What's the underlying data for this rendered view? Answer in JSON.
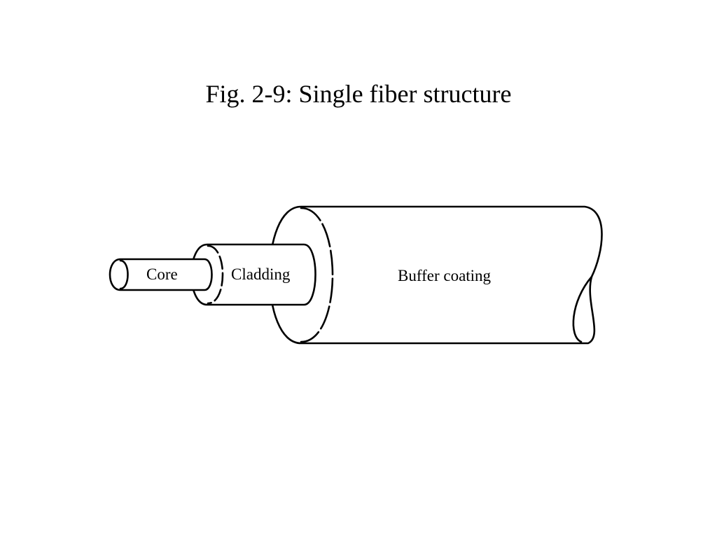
{
  "figure": {
    "title": "Fig. 2-9: Single fiber structure",
    "labels": {
      "core": "Core",
      "cladding": "Cladding",
      "buffer": "Buffer coating"
    }
  }
}
